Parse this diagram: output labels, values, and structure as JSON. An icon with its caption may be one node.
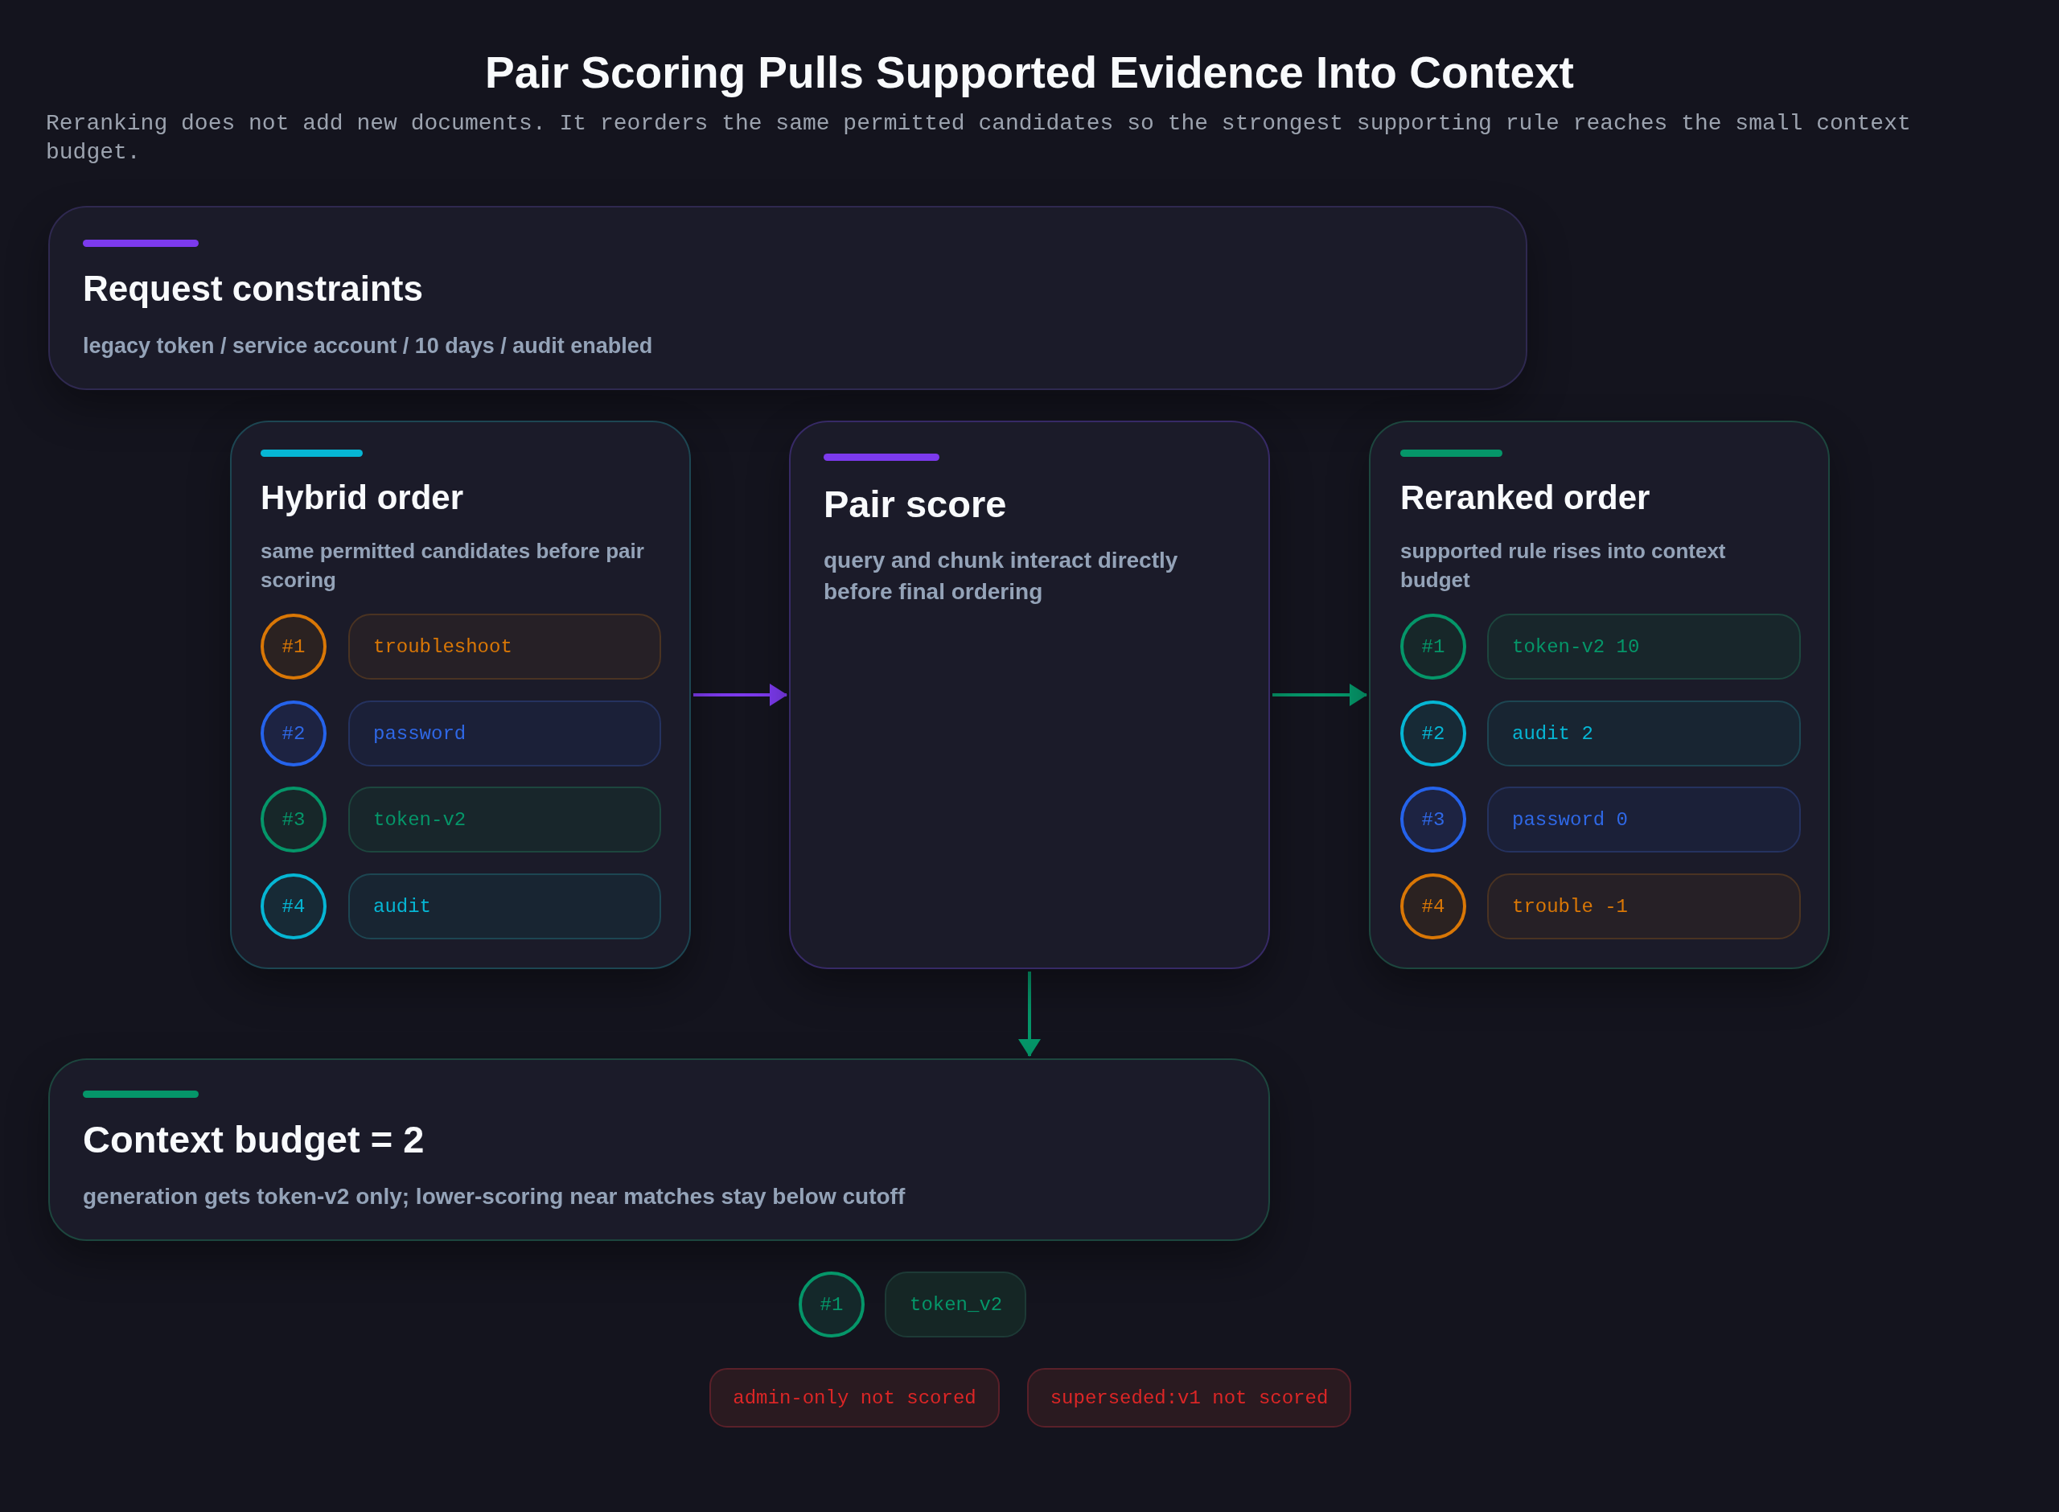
{
  "diagram": {
    "title": "Pair Scoring Pulls Supported Evidence Into Context",
    "caption": "Reranking does not add new documents. It reorders the same permitted candidates so the strongest supporting rule reaches the small context budget.",
    "nodes": [
      {
        "text": [
          "Request constraints",
          "legacy token / service account / 10 days / audit enabled"
        ]
      },
      {
        "text": [
          "Hybrid order",
          "same permitted candidates before pair scoring"
        ]
      },
      {
        "text": [
          "#1"
        ],
        "in": 1
      },
      {
        "text": [
          "troubleshoot"
        ],
        "in": 1
      },
      {
        "text": [
          "#2"
        ],
        "in": 1
      },
      {
        "text": [
          "password"
        ],
        "in": 1
      },
      {
        "text": [
          "#3"
        ],
        "in": 1
      },
      {
        "text": [
          "token-v2"
        ],
        "in": 1
      },
      {
        "text": [
          "#4"
        ],
        "in": 1
      },
      {
        "text": [
          "audit"
        ],
        "in": 1
      },
      {
        "text": [
          "Pair score",
          "query and chunk interact directly before final ordering"
        ]
      },
      {
        "text": [
          "Reranked order",
          "supported rule rises into context budget"
        ]
      },
      {
        "text": [
          "#1"
        ],
        "in": 11
      },
      {
        "text": [
          "token-v2 10"
        ],
        "in": 11
      },
      {
        "text": [
          "#2"
        ],
        "in": 11
      },
      {
        "text": [
          "audit 2"
        ],
        "in": 11
      },
      {
        "text": [
          "#3"
        ],
        "in": 11
      },
      {
        "text": [
          "password 0"
        ],
        "in": 11
      },
      {
        "text": [
          "#4"
        ],
        "in": 11
      },
      {
        "text": [
          "trouble -1"
        ],
        "in": 11
      },
      {
        "text": [
          "Context budget = 2",
          "generation gets token-v2 only; lower-scoring near matches stay below cutoff"
        ]
      },
      {
        "text": [
          "#1"
        ]
      },
      {
        "text": [
          "token_v2"
        ]
      },
      {
        "text": [
          "admin-only not scored"
        ]
      },
      {
        "text": [
          "superseded:v1 not scored"
        ]
      }
    ],
    "edges": [
      {
        "from": 1,
        "to": 10,
        "arrow": "to",
        "color": "#7c3aed"
      },
      {
        "from": 10,
        "to": 11,
        "arrow": "to"
      },
      {
        "from": 10,
        "to": 20,
        "arrow": "to"
      }
    ]
  }
}
